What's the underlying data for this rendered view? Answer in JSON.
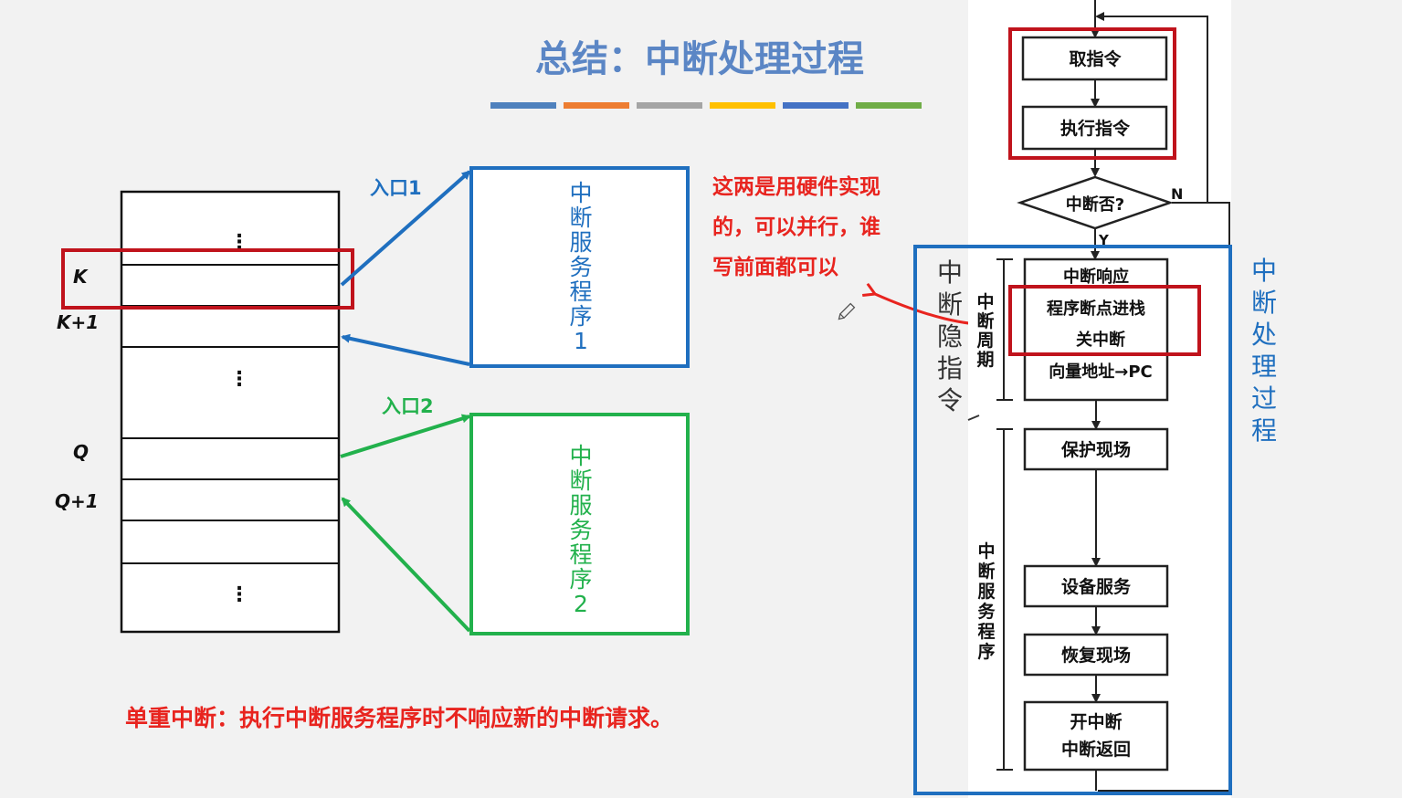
{
  "slide": {
    "title": "总结：中断处理过程",
    "title_color": "#5b86c5",
    "color_bar": [
      "#4f81bd",
      "#ed7d31",
      "#a5a5a5",
      "#ffc000",
      "#4472c4",
      "#70ad47"
    ]
  },
  "memory": {
    "dots": "⋮",
    "labels": {
      "k": "K",
      "k1": "K+1",
      "q": "Q",
      "q1": "Q+1"
    }
  },
  "entries": {
    "entry1": "入口1",
    "entry2": "入口2"
  },
  "isr1": {
    "chars": [
      "中",
      "断",
      "服",
      "务",
      "程",
      "序",
      "1"
    ],
    "color": "#1f6fbf"
  },
  "isr2": {
    "chars": [
      "中",
      "断",
      "服",
      "务",
      "程",
      "序",
      "2"
    ],
    "color": "#22b14c"
  },
  "annotation": {
    "lines": [
      "这两是用硬件实现",
      "的，可以并行，谁",
      "写前面都可以"
    ],
    "color": "#e8241f"
  },
  "bottom_note": "单重中断：执行中断服务程序时不响应新的中断请求。",
  "flowchart": {
    "fetch": "取指令",
    "execute": "执行指令",
    "decision": "中断否?",
    "no": "N",
    "yes": "Y",
    "intr_box_lines": [
      "中断响应",
      "程序断点进栈",
      "关中断",
      "向量地址→PC"
    ],
    "save": "保护现场",
    "device": "设备服务",
    "restore": "恢复现场",
    "final_lines": [
      "开中断",
      "中断返回"
    ],
    "intr_cycle_chars": [
      "中",
      "断",
      "周",
      "期"
    ],
    "isr_chars": [
      "中",
      "断",
      "服",
      "务",
      "程",
      "序"
    ],
    "hidden_chars": [
      "中",
      "断",
      "隐",
      "指",
      "令"
    ],
    "process_chars": [
      "中",
      "断",
      "处",
      "理",
      "过",
      "程"
    ]
  }
}
